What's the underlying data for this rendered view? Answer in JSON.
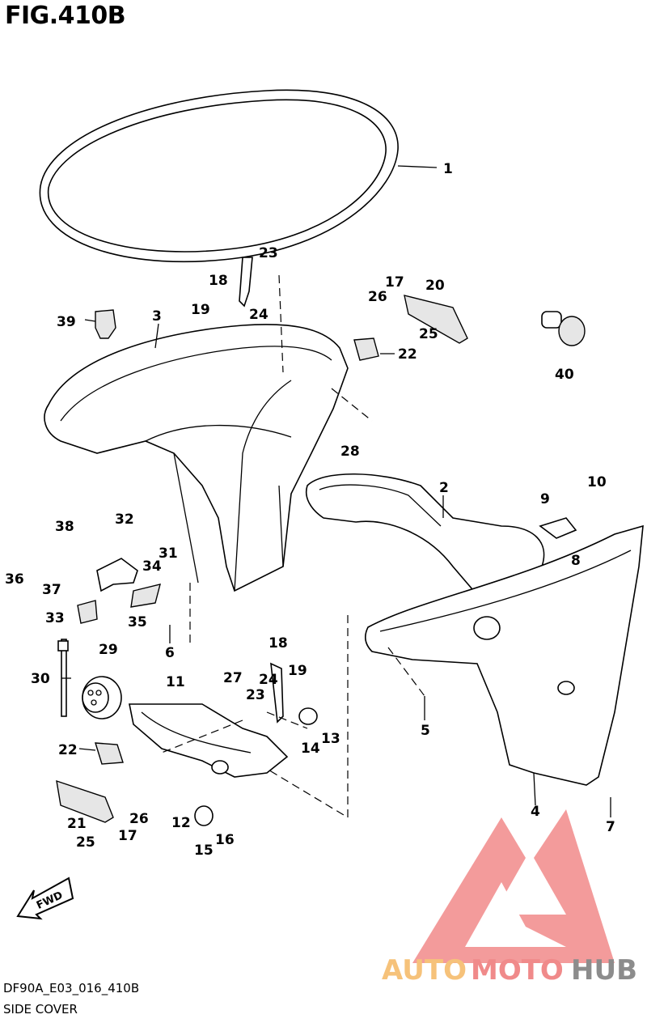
{
  "header": {
    "title": "FIG.410B"
  },
  "footer": {
    "code": "DF90A_E03_016_410B",
    "caption": "SIDE COVER"
  },
  "direction_label": "FWD",
  "watermark": {
    "part1": "AUTO",
    "part2": "MOTO",
    "part3": "HUB",
    "colors": {
      "auto": "#f6c27a",
      "moto": "#f08a8a",
      "hub": "#8c8c8c",
      "logo": "#f07a7a"
    }
  },
  "callouts": [
    {
      "id": "1",
      "label": "1"
    },
    {
      "id": "2",
      "label": "2"
    },
    {
      "id": "3",
      "label": "3"
    },
    {
      "id": "4",
      "label": "4"
    },
    {
      "id": "5",
      "label": "5"
    },
    {
      "id": "6",
      "label": "6"
    },
    {
      "id": "7",
      "label": "7"
    },
    {
      "id": "8",
      "label": "8"
    },
    {
      "id": "9",
      "label": "9"
    },
    {
      "id": "10",
      "label": "10"
    },
    {
      "id": "11",
      "label": "11"
    },
    {
      "id": "12",
      "label": "12"
    },
    {
      "id": "13",
      "label": "13"
    },
    {
      "id": "14",
      "label": "14"
    },
    {
      "id": "15",
      "label": "15"
    },
    {
      "id": "16",
      "label": "16"
    },
    {
      "id": "17a",
      "label": "17"
    },
    {
      "id": "17b",
      "label": "17"
    },
    {
      "id": "18a",
      "label": "18"
    },
    {
      "id": "18b",
      "label": "18"
    },
    {
      "id": "19a",
      "label": "19"
    },
    {
      "id": "19b",
      "label": "19"
    },
    {
      "id": "20",
      "label": "20"
    },
    {
      "id": "21",
      "label": "21"
    },
    {
      "id": "22a",
      "label": "22"
    },
    {
      "id": "22b",
      "label": "22"
    },
    {
      "id": "23a",
      "label": "23"
    },
    {
      "id": "23b",
      "label": "23"
    },
    {
      "id": "24a",
      "label": "24"
    },
    {
      "id": "24b",
      "label": "24"
    },
    {
      "id": "25a",
      "label": "25"
    },
    {
      "id": "25b",
      "label": "25"
    },
    {
      "id": "26a",
      "label": "26"
    },
    {
      "id": "26b",
      "label": "26"
    },
    {
      "id": "27",
      "label": "27"
    },
    {
      "id": "28",
      "label": "28"
    },
    {
      "id": "29",
      "label": "29"
    },
    {
      "id": "30",
      "label": "30"
    },
    {
      "id": "31",
      "label": "31"
    },
    {
      "id": "32",
      "label": "32"
    },
    {
      "id": "33",
      "label": "33"
    },
    {
      "id": "34",
      "label": "34"
    },
    {
      "id": "35",
      "label": "35"
    },
    {
      "id": "36",
      "label": "36"
    },
    {
      "id": "37",
      "label": "37"
    },
    {
      "id": "38",
      "label": "38"
    },
    {
      "id": "39",
      "label": "39"
    },
    {
      "id": "40",
      "label": "40"
    }
  ]
}
